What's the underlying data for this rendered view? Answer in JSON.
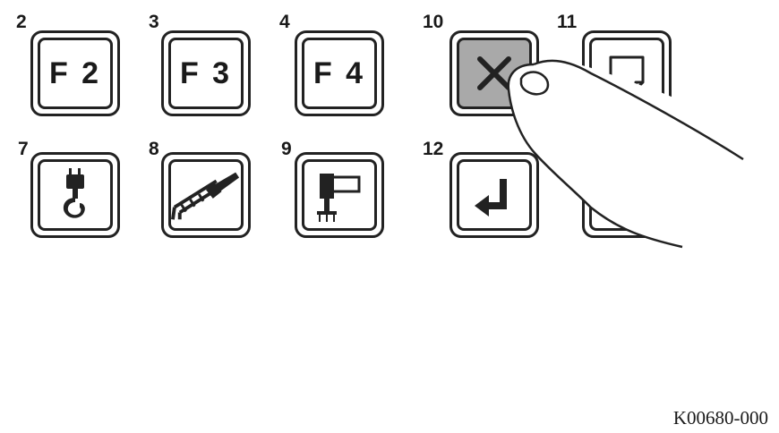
{
  "keys": {
    "k2": {
      "number": "2",
      "label": "F 2"
    },
    "k3": {
      "number": "3",
      "label": "F 3"
    },
    "k4": {
      "number": "4",
      "label": "F 4"
    },
    "k10": {
      "number": "10",
      "icon": "cancel-x-icon",
      "state": "pressed"
    },
    "k11": {
      "number": "11",
      "icon": "note-page-icon"
    },
    "k7": {
      "number": "7",
      "icon": "crane-hook-icon"
    },
    "k8": {
      "number": "8",
      "icon": "crane-boom-icon"
    },
    "k9": {
      "number": "9",
      "icon": "outrigger-icon"
    },
    "k12": {
      "number": "12",
      "icon": "enter-return-icon"
    },
    "k13": {
      "icon": "hidden-key-icon"
    }
  },
  "figure_code": "K00680-000",
  "colors": {
    "line": "#222222",
    "pressed_fill": "#a9a9a9",
    "background": "#ffffff"
  }
}
